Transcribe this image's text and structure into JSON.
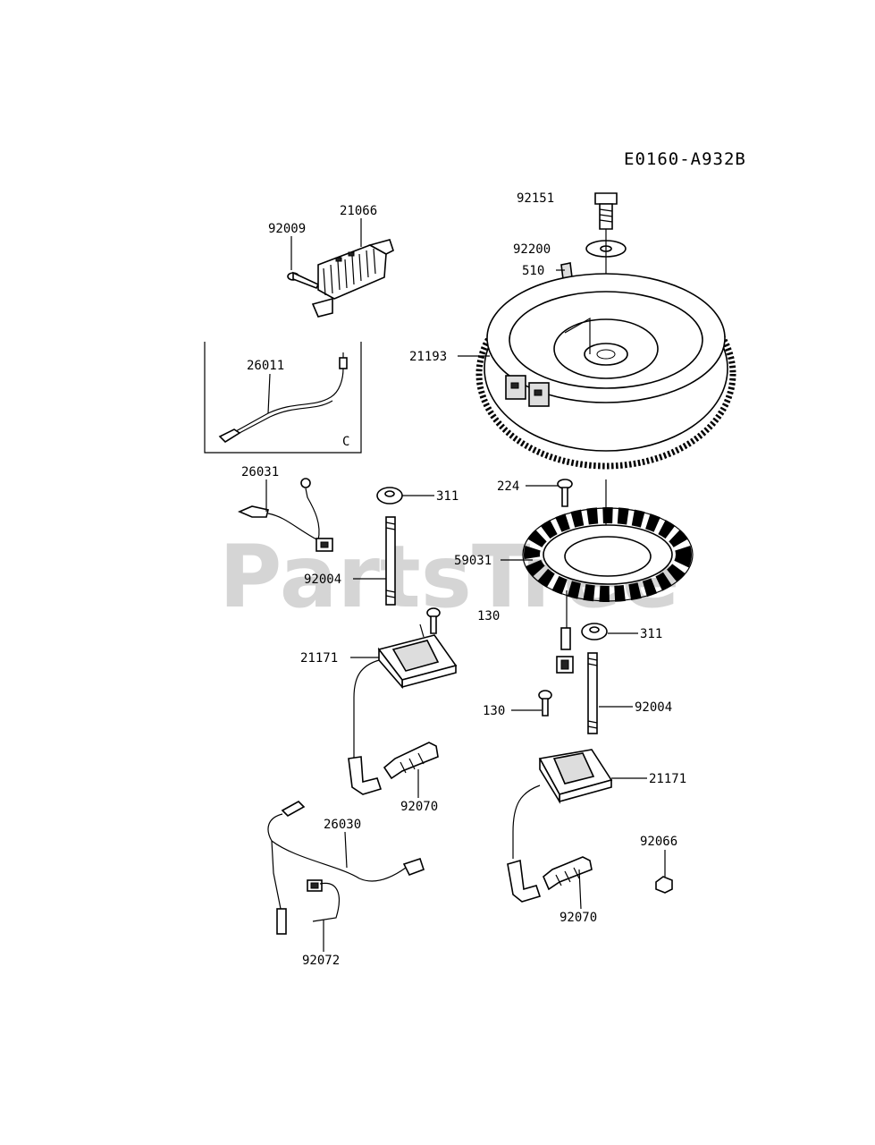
{
  "diagram_code": "E0160-A932B",
  "watermark": "PartsTree",
  "box_letter": "C",
  "callouts": {
    "p92151": "92151",
    "p92200": "92200",
    "p510": "510",
    "p21193": "21193",
    "p21066": "21066",
    "p92009": "92009",
    "p26011": "26011",
    "p26031": "26031",
    "p311a": "311",
    "p92004a": "92004",
    "p224": "224",
    "p59031": "59031",
    "p130a": "130",
    "p311b": "311",
    "p21171a": "21171",
    "p92070a": "92070",
    "p130b": "130",
    "p92004b": "92004",
    "p21171b": "21171",
    "p26030": "26030",
    "p92066": "92066",
    "p92070b": "92070",
    "p92072": "92072"
  }
}
